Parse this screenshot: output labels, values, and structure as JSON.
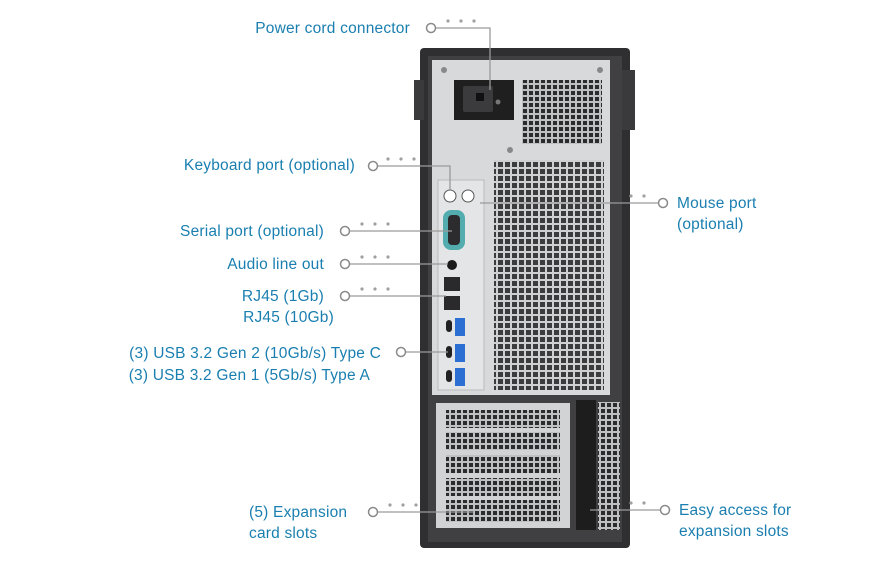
{
  "labels": {
    "power_cord": "Power cord connector",
    "keyboard": "Keyboard port (optional)",
    "serial": "Serial port (optional)",
    "audio": "Audio line out",
    "rj45_1": "RJ45 (1Gb)",
    "rj45_10": "RJ45 (10Gb)",
    "usb_c": "(3) USB 3.2 Gen 2 (10Gb/s) Type C",
    "usb_a": "(3) USB 3.2 Gen 1 (5Gb/s) Type A",
    "expansion_1": "(5) Expansion",
    "expansion_2": "card slots",
    "mouse_1": "Mouse port",
    "mouse_2": "(optional)",
    "easy_1": "Easy access for",
    "easy_2": "expansion slots"
  },
  "colors": {
    "label_text": "#1a7fb0",
    "leader_line": "#9a9a9a",
    "chassis": "#2f2f31",
    "panel": "#d8d9db",
    "io_highlight": "#3aa3a3",
    "usb_blue": "#2a6fd1"
  }
}
